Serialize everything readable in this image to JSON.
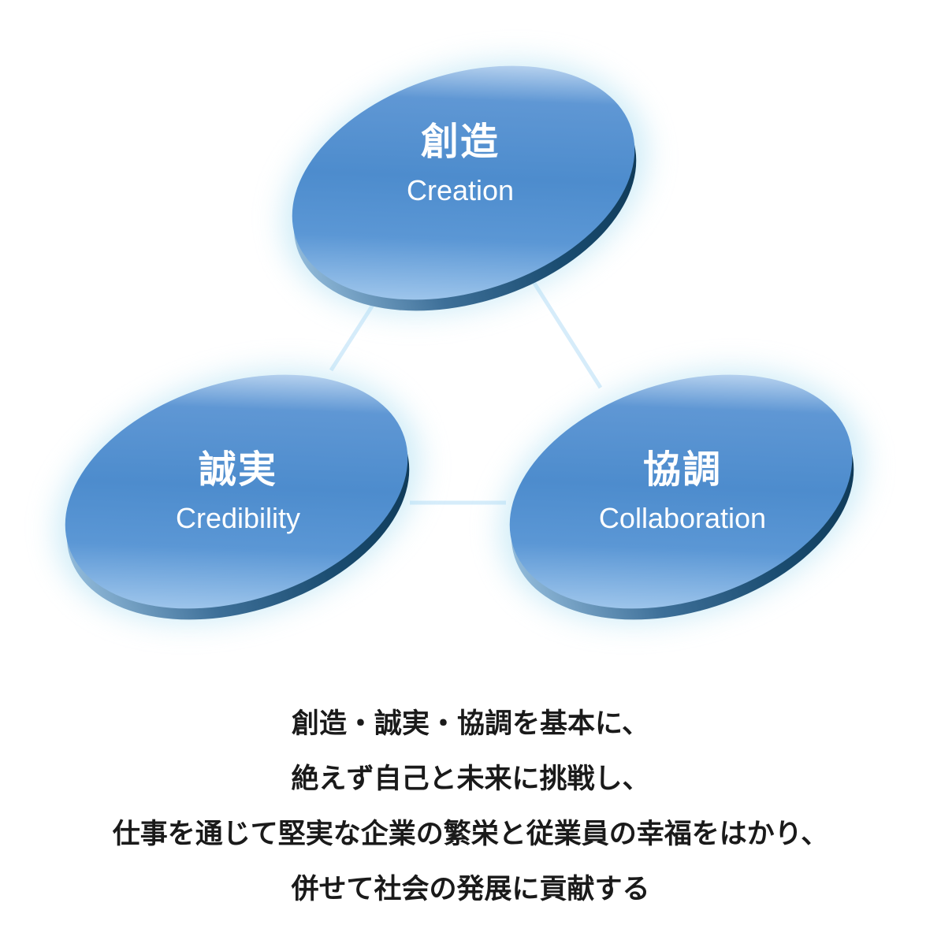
{
  "nodes": {
    "creation": {
      "jp": "創造",
      "en": "Creation"
    },
    "credibility": {
      "jp": "誠実",
      "en": "Credibility"
    },
    "collaboration": {
      "jp": "協調",
      "en": "Collaboration"
    }
  },
  "statement": {
    "lines": [
      "創造・誠実・協調を基本に、",
      "絶えず自己と未来に挑戦し、",
      "仕事を通じて堅実な企業の繁栄と従業員の幸福をはかり、",
      "併せて社会の発展に貢献する"
    ]
  },
  "colors": {
    "disc_top_light": "#b7d4f2",
    "disc_top_mid": "#6fa3db",
    "disc_top_main": "#4f8fd0",
    "disc_top_dark": "#3a76bd",
    "disc_rim_dark": "#14425f",
    "connector": "#d6ecfa",
    "glow": "#9fd7ee",
    "text_dark": "#1a1a1a"
  }
}
